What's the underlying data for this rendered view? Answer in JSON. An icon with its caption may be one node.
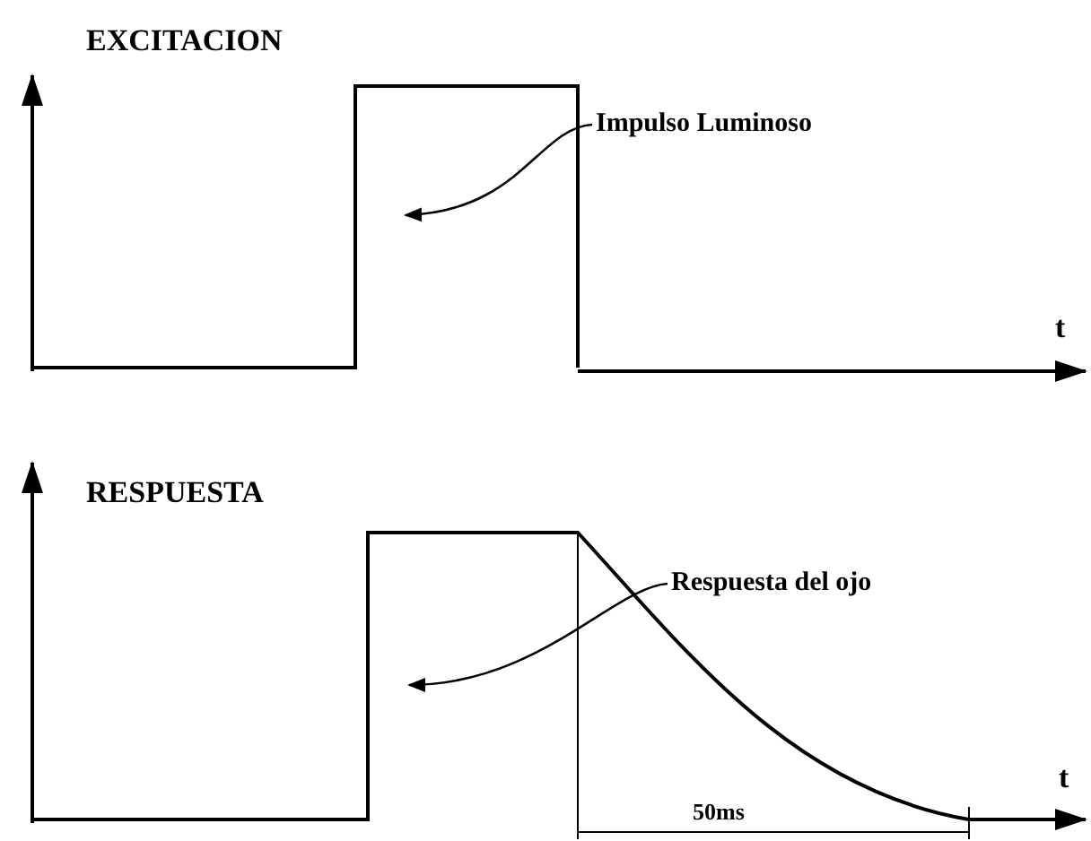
{
  "diagram": {
    "nodes": [
      {
        "text": [
          "Impulso Luminoso"
        ]
      },
      {
        "text": [
          "Respuesta del ojo"
        ]
      }
    ],
    "edges": [
      {
        "from": 0,
        "to": null,
        "arrow": "to"
      },
      {
        "from": 1,
        "to": null,
        "arrow": "to"
      }
    ],
    "labels": [
      "EXCITACION",
      "t",
      "RESPUESTA",
      "t",
      "50ms"
    ]
  }
}
